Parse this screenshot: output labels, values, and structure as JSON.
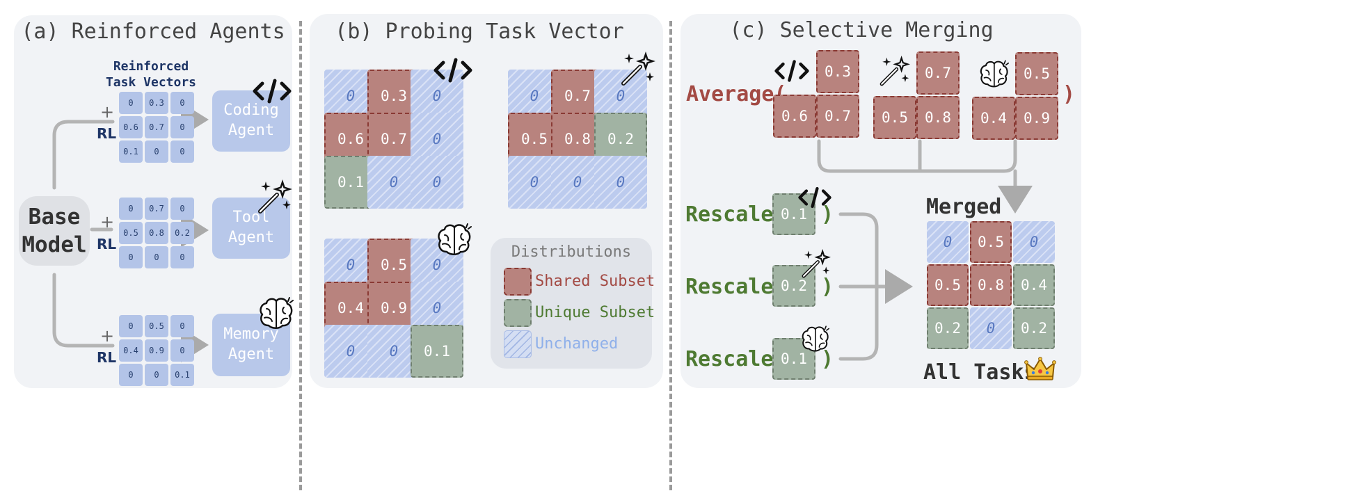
{
  "colors": {
    "shared": "#b8837e",
    "unique": "#a1b3a3",
    "unchanged": "#bccbee",
    "shared_text": "#a34a44",
    "unique_text": "#4e7a32",
    "unchanged_text": "#8fb0ea",
    "agent": "#b8c8ea",
    "dark_blue": "#1e3566"
  },
  "panel_a": {
    "title": "(a) Reinforced Agents",
    "vectors_label": "Reinforced\nTask Vectors",
    "base_model": "Base\nModel",
    "plus": "+",
    "rl": "RL",
    "rows": [
      {
        "agent": "Coding\nAgent",
        "icon": "code-icon",
        "values": [
          "0",
          "0.3",
          "0",
          "0.6",
          "0.7",
          "0",
          "0.1",
          "0",
          "0"
        ]
      },
      {
        "agent": "Tool\nAgent",
        "icon": "magic-wand-icon",
        "values": [
          "0",
          "0.7",
          "0",
          "0.5",
          "0.8",
          "0.2",
          "0",
          "0",
          "0"
        ]
      },
      {
        "agent": "Memory\nAgent",
        "icon": "brain-icon",
        "values": [
          "0",
          "0.5",
          "0",
          "0.4",
          "0.9",
          "0",
          "0",
          "0",
          "0.1"
        ]
      }
    ]
  },
  "panel_b": {
    "title": "(b) Probing Task Vector",
    "grids": [
      {
        "icon": "code-icon",
        "cells": [
          [
            "z",
            "0"
          ],
          [
            "s",
            "0.3"
          ],
          [
            "z",
            "0"
          ],
          [
            "s",
            "0.6"
          ],
          [
            "s",
            "0.7"
          ],
          [
            "z",
            "0"
          ],
          [
            "u",
            "0.1"
          ],
          [
            "z",
            "0"
          ],
          [
            "z",
            "0"
          ]
        ]
      },
      {
        "icon": "magic-wand-icon",
        "cells": [
          [
            "z",
            "0"
          ],
          [
            "s",
            "0.7"
          ],
          [
            "z",
            "0"
          ],
          [
            "s",
            "0.5"
          ],
          [
            "s",
            "0.8"
          ],
          [
            "u",
            "0.2"
          ],
          [
            "z",
            "0"
          ],
          [
            "z",
            "0"
          ],
          [
            "z",
            "0"
          ]
        ]
      },
      {
        "icon": "brain-icon",
        "cells": [
          [
            "z",
            "0"
          ],
          [
            "s",
            "0.5"
          ],
          [
            "z",
            "0"
          ],
          [
            "s",
            "0.4"
          ],
          [
            "s",
            "0.9"
          ],
          [
            "z",
            "0"
          ],
          [
            "z",
            "0"
          ],
          [
            "z",
            "0"
          ],
          [
            "u",
            "0.1"
          ]
        ]
      }
    ],
    "legend": {
      "title": "Distributions",
      "shared": "Shared Subset",
      "unique": "Unique Subset",
      "unchanged": "Unchanged"
    }
  },
  "panel_c": {
    "title": "(c) Selective Merging",
    "average_open": "Average(",
    "close_paren": ")",
    "average_groups": [
      {
        "icon": "code-icon",
        "top": "0.3",
        "bottom": [
          "0.6",
          "0.7"
        ]
      },
      {
        "icon": "magic-wand-icon",
        "top": "0.7",
        "bottom": [
          "0.5",
          "0.8"
        ]
      },
      {
        "icon": "brain-icon",
        "top": "0.5",
        "bottom": [
          "0.4",
          "0.9"
        ]
      }
    ],
    "rescale_open": "Rescale(",
    "rescales": [
      {
        "icon": "code-icon",
        "value": "0.1"
      },
      {
        "icon": "magic-wand-icon",
        "value": "0.2"
      },
      {
        "icon": "brain-icon",
        "value": "0.1"
      }
    ],
    "merged_label": "Merged",
    "merged_cells": [
      [
        "z",
        "0"
      ],
      [
        "s",
        "0.5"
      ],
      [
        "z",
        "0"
      ],
      [
        "s",
        "0.5"
      ],
      [
        "s",
        "0.8"
      ],
      [
        "u",
        "0.4"
      ],
      [
        "u",
        "0.2"
      ],
      [
        "z",
        "0"
      ],
      [
        "u",
        "0.2"
      ]
    ],
    "all_tasks": "All Tasks",
    "crown": "crown-icon"
  }
}
